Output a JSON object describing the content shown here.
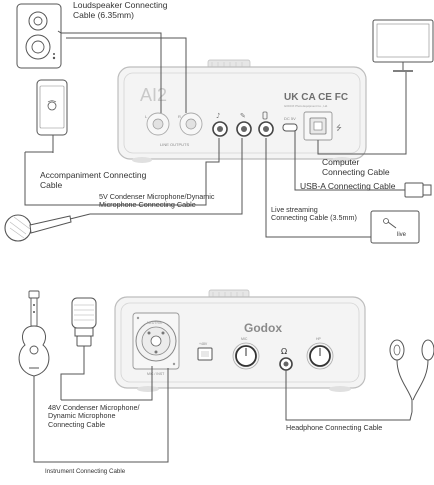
{
  "labels": {
    "loudspeaker": [
      "Loudspeaker Connecting",
      "Cable (6.35mm)"
    ],
    "accompaniment": [
      "Accompaniment Connecting",
      "Cable"
    ],
    "condenser_top": [
      "5V Condenser Microphone/Dynamic",
      "Microphone Connecting Cable"
    ],
    "livestream": [
      "Live streaming",
      "Connecting Cable (3.5mm)"
    ],
    "computer": [
      "Computer",
      "Connecting Cable"
    ],
    "usba": "USB-A Connecting Cable",
    "condenser_bottom": [
      "48V Condenser Microphone/",
      "Dynamic Microphone",
      "Connecting Cable"
    ],
    "headphone": "Headphone Connecting Cable",
    "instrument": "Instrument Connecting Cable"
  },
  "device_rear": {
    "model": "AI2",
    "line_outputs": "LINE OUTPUTS",
    "port_l": "L",
    "port_r": "R",
    "dc_in": "DC 5V",
    "certifications": "UK CA CE FC",
    "manufacturer": "GODOX Photo Equipment Co., Ltd."
  },
  "device_front": {
    "brand": "Godox",
    "neutrik": "NEUTRIK",
    "mic_inst": "MIC / INST",
    "phantom": "+48V",
    "mic_knob": "MIC",
    "hp_knob": "HP"
  },
  "live_tag": "live",
  "colors": {
    "line": "#555555",
    "device_fill": "#f2f2f2",
    "device_stroke": "#b8b8b8",
    "dark": "#333333"
  }
}
